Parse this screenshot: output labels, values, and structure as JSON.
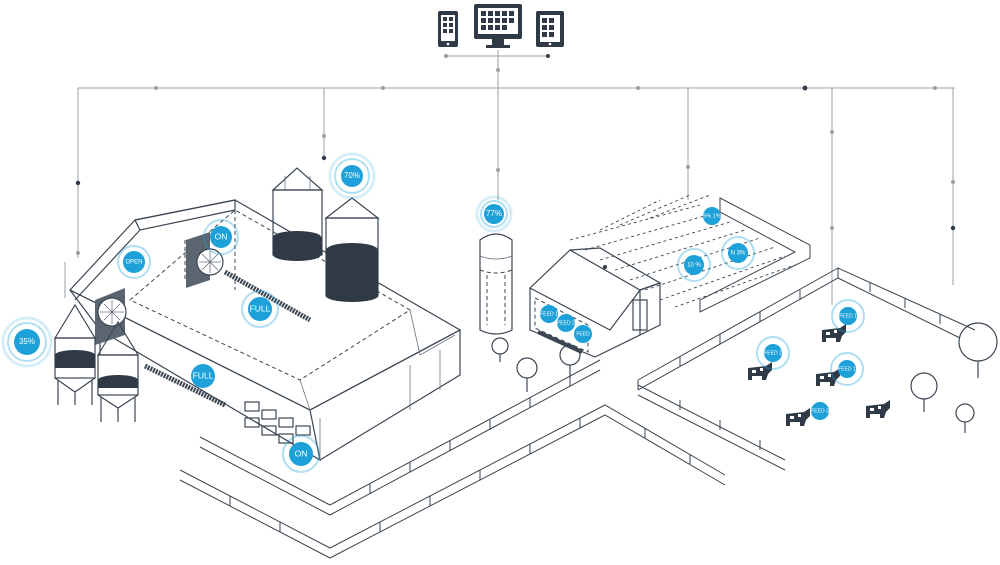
{
  "badges": {
    "silo_large": "70%",
    "silo_left": "35%",
    "silo_tall": "77%",
    "fan_left": "OPEN",
    "fan_right": "ON",
    "feeder_top": "FULL",
    "feeder_bottom": "FULL",
    "barn_bottom": "ON",
    "field_top": "5% 1%",
    "field_left": "10 %",
    "field_right": "N 3%",
    "shed_left": "FEED 1",
    "shed_mid": "FEED 2",
    "shed_right": "FEED",
    "cow_1": "FEED 1",
    "cow_2": "FEED 2",
    "cow_3": "FEED 1",
    "cow_4": "FEED 3"
  },
  "colors": {
    "accent": "#1da1d8",
    "ink": "#3b4652",
    "line": "#9aa0a6"
  },
  "devices": [
    "phone-icon",
    "monitor-icon",
    "tablet-icon"
  ]
}
